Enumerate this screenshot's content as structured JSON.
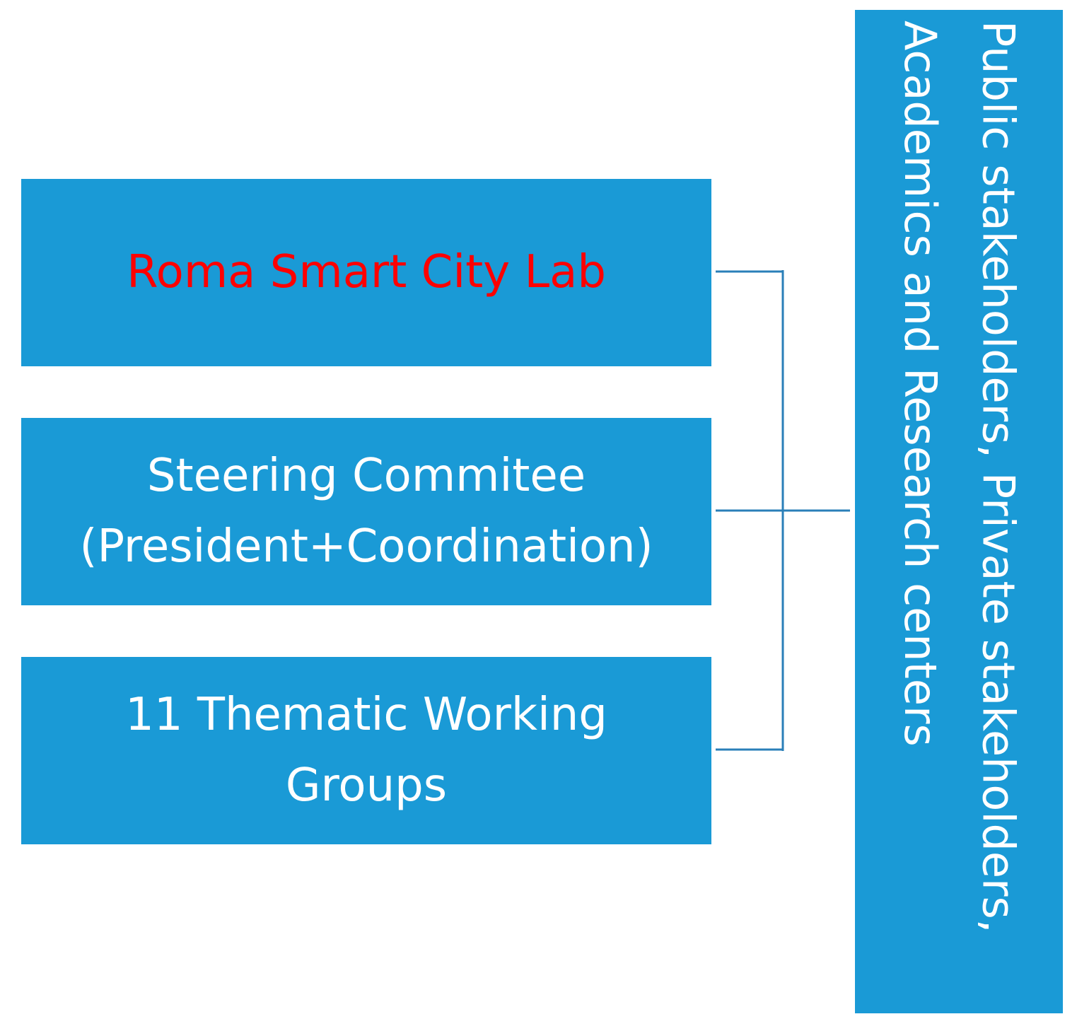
{
  "colors": {
    "box_fill": "#1a9ad6",
    "box_text": "#ffffff",
    "highlight_text": "#ff0000",
    "connector": "#2a7fb8"
  },
  "boxes": {
    "lab": {
      "label": "Roma Smart City Lab"
    },
    "steering": {
      "line1": "Steering Commitee",
      "line2": "(President+Coordination)"
    },
    "groups": {
      "line1": "11 Thematic Working",
      "line2": "Groups"
    },
    "stakeholders": {
      "line1": "Public stakeholders, Private stakeholders,",
      "line2": "Academics and Research centers"
    }
  }
}
